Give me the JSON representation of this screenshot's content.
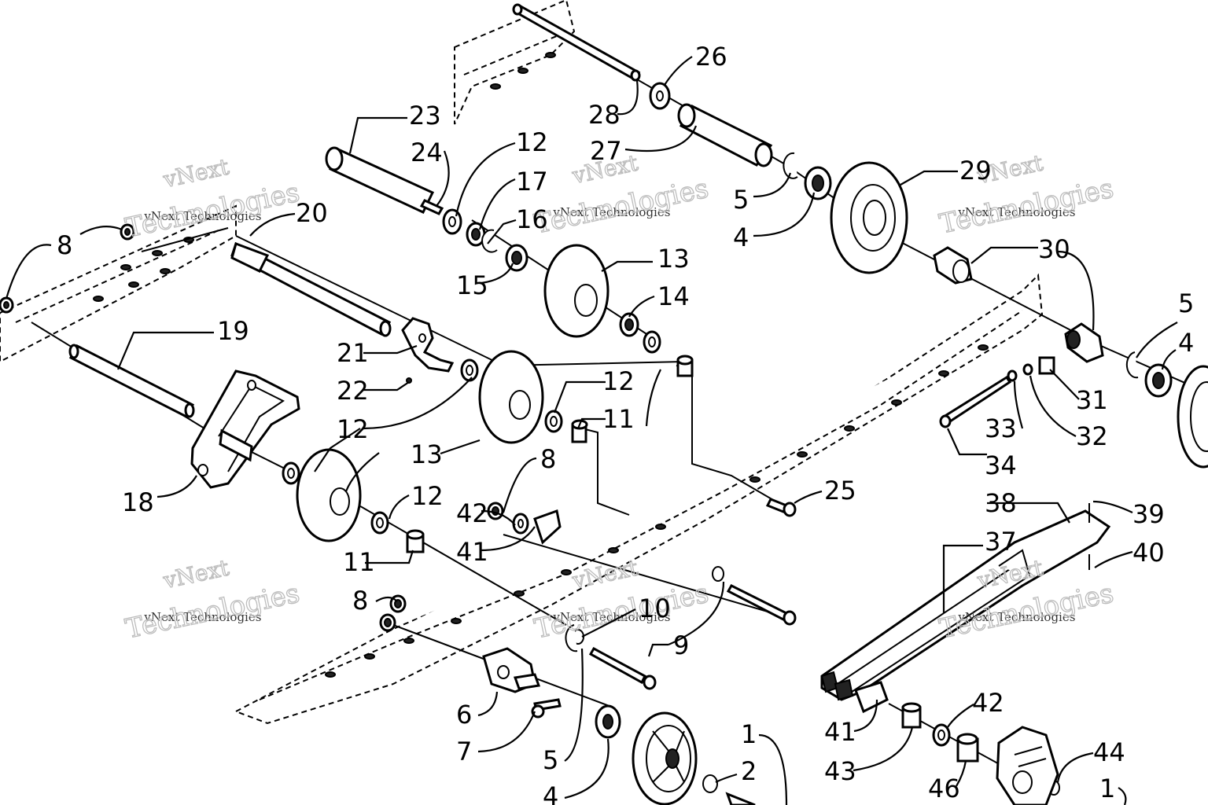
{
  "watermark": {
    "brand": "vNext",
    "line_small": "vNext Technologies",
    "line_large": "Technologies"
  },
  "callouts": {
    "c1": "8",
    "c2": "19",
    "c3": "20",
    "c4": "23",
    "c5": "24",
    "c6": "12",
    "c7": "17",
    "c8": "16",
    "c9": "15",
    "c10": "26",
    "c11": "28",
    "c12": "27",
    "c13": "5",
    "c14": "4",
    "c15": "29",
    "c16": "13",
    "c17": "14",
    "c18": "21",
    "c19": "22",
    "c20": "12",
    "c21": "12",
    "c22": "11",
    "c23": "12",
    "c24": "13",
    "c25": "18",
    "c26": "8",
    "c27": "42",
    "c28": "41",
    "c29": "12",
    "c30": "11",
    "c31": "25",
    "c32": "30",
    "c33": "5",
    "c34": "4",
    "c35": "31",
    "c36": "33",
    "c37": "32",
    "c38": "34",
    "c39": "38",
    "c40": "39",
    "c41": "37",
    "c42": "40",
    "c43": "8",
    "c44": "10",
    "c45": "9",
    "c46": "6",
    "c47": "7",
    "c48": "5",
    "c49": "4",
    "c50": "1",
    "c51": "2",
    "c52": "41",
    "c53": "43",
    "c54": "42",
    "c55": "46",
    "c56": "44",
    "c57": "1"
  }
}
